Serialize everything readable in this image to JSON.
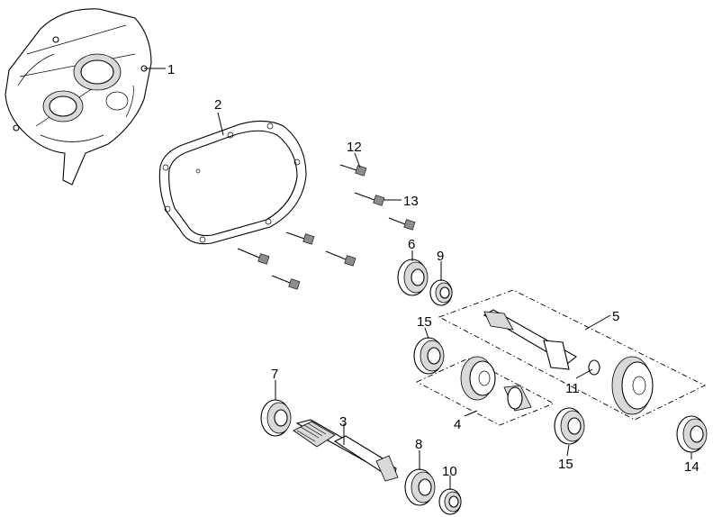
{
  "diagram": {
    "callouts": [
      {
        "id": "1",
        "text": "1"
      },
      {
        "id": "2",
        "text": "2"
      },
      {
        "id": "3",
        "text": "3"
      },
      {
        "id": "4",
        "text": "4"
      },
      {
        "id": "5",
        "text": "5"
      },
      {
        "id": "6",
        "text": "6"
      },
      {
        "id": "7",
        "text": "7"
      },
      {
        "id": "8",
        "text": "8"
      },
      {
        "id": "9",
        "text": "9"
      },
      {
        "id": "10",
        "text": "10"
      },
      {
        "id": "11",
        "text": "11"
      },
      {
        "id": "12",
        "text": "12"
      },
      {
        "id": "13",
        "text": "13"
      },
      {
        "id": "14",
        "text": "14"
      },
      {
        "id": "15a",
        "text": "15"
      },
      {
        "id": "15b",
        "text": "15"
      }
    ]
  }
}
